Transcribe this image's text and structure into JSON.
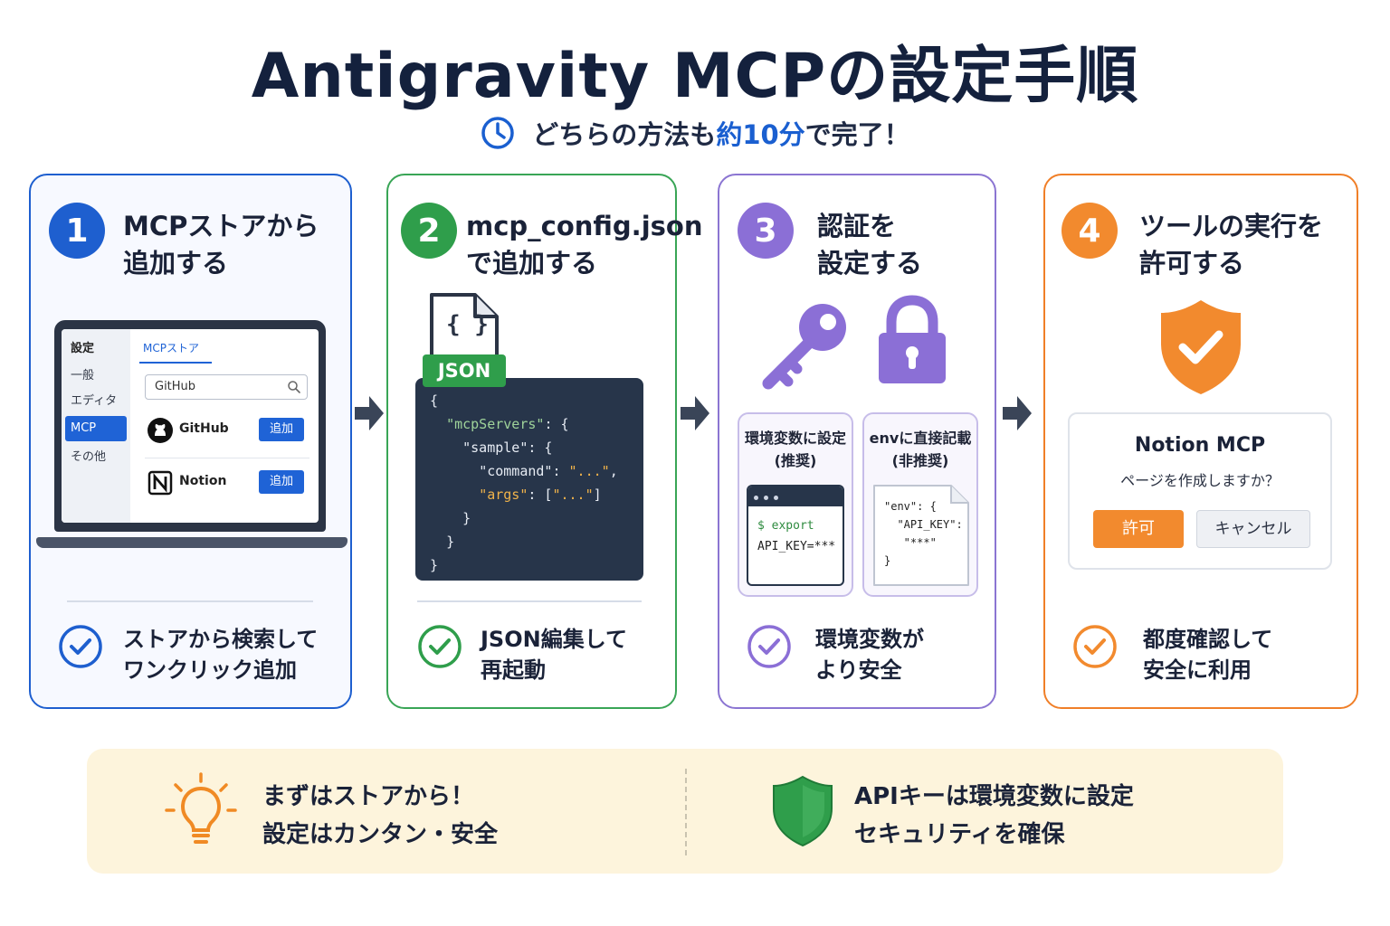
{
  "header": {
    "title": "Antigravity MCPの設定手順",
    "subtitle_pre": "どちらの方法も",
    "subtitle_hl": "約10分",
    "subtitle_post": "で完了！"
  },
  "colors": {
    "blue": "#1e5fcf",
    "green": "#39a556",
    "purple": "#8b75d2",
    "orange": "#f07f28"
  },
  "steps": [
    {
      "number": "1",
      "title_line1": "MCPストアから",
      "title_line2": "追加する",
      "check_line1": "ストアから検索して",
      "check_line2": "ワンクリック追加",
      "ui": {
        "sidebar_head": "設定",
        "sidebar": [
          "一般",
          "エディタ",
          "MCP",
          "その他"
        ],
        "tab": "MCPストア",
        "search_value": "GitHub",
        "items": [
          {
            "name": "GitHub",
            "button": "追加"
          },
          {
            "name": "Notion",
            "button": "追加"
          }
        ]
      }
    },
    {
      "number": "2",
      "title_line1": "mcp_config.json",
      "title_line2": "で追加する",
      "check_line1": "JSON編集して",
      "check_line2": "再起動",
      "file_icon": "{ }",
      "file_tag": "JSON",
      "code": {
        "l1": "{",
        "l2_key": "\"mcpServers\"",
        "l2_rest": ": {",
        "l3_key": "\"sample\"",
        "l3_rest": ": {",
        "l4_key": "\"command\"",
        "l4_mid": ": ",
        "l4_val": "\"...\"",
        "l4_end": ",",
        "l5_key": "\"args\"",
        "l5_mid": ": [",
        "l5_val": "\"...\"",
        "l5_end": "]",
        "l6": "}",
        "l7": "}",
        "l8": "}"
      }
    },
    {
      "number": "3",
      "title_line1": "認証を",
      "title_line2": "設定する",
      "check_line1": "環境変数が",
      "check_line2": "より安全",
      "option_a_line1": "環境変数に設定",
      "option_a_line2": "(推奨)",
      "option_a_cmd1": "$ export",
      "option_a_cmd2": "API_KEY=***",
      "option_b_line1": "envに直接記載",
      "option_b_line2": "(非推奨)",
      "option_b_code": "\"env\": {\n  \"API_KEY\":\n   \"***\"\n}"
    },
    {
      "number": "4",
      "title_line1": "ツールの実行を",
      "title_line2": "許可する",
      "check_line1": "都度確認して",
      "check_line2": "安全に利用",
      "dialog_title": "Notion MCP",
      "dialog_message": "ページを作成しますか？",
      "allow_label": "許可",
      "cancel_label": "キャンセル"
    }
  ],
  "banner": {
    "left_line1": "まずはストアから！",
    "left_line2": "設定はカンタン・安全",
    "right_line1": "APIキーは環境変数に設定",
    "right_line2": "セキュリティを確保"
  }
}
